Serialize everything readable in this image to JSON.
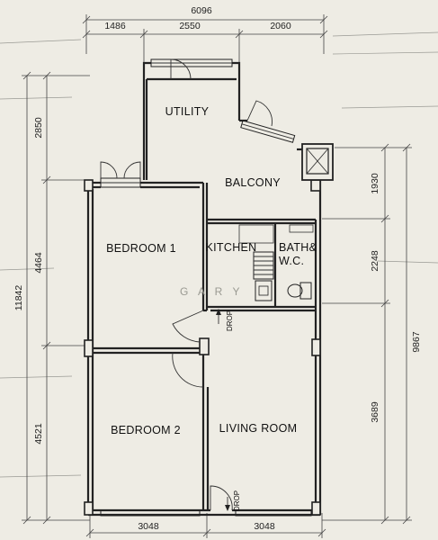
{
  "dimensions": {
    "overall_width": "6096",
    "top_left": "1486",
    "top_middle": "2550",
    "top_right": "2060",
    "left_overall": "11842",
    "left_top": "2850",
    "left_middle": "4464",
    "left_bottom": "4521",
    "right_overall": "9867",
    "right_top": "1930",
    "right_middle": "2248",
    "right_bottom": "3689",
    "bottom_left": "3048",
    "bottom_right": "3048"
  },
  "rooms": {
    "utility": "UTILITY",
    "balcony": "BALCONY",
    "bedroom1": "BEDROOM 1",
    "kitchen": "KITCHEN",
    "bath": "BATH&",
    "wc": "W.C.",
    "bedroom2": "BEDROOM 2",
    "living_room": "LIVING ROOM"
  },
  "labels": {
    "drop_upper": "DROP",
    "drop_lower": "DROP"
  },
  "watermark": "G A R Y"
}
